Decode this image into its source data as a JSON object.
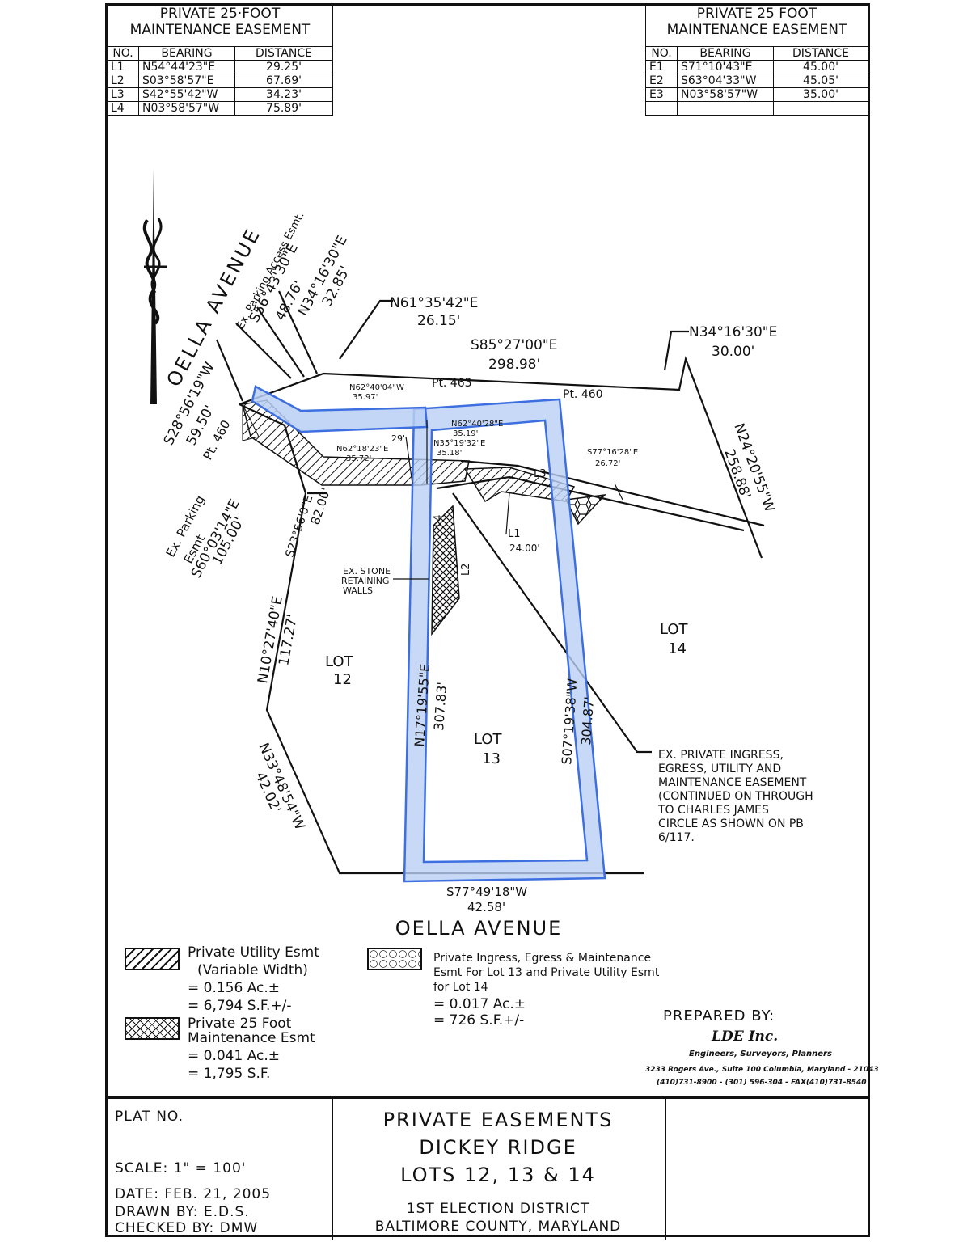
{
  "tables": {
    "left": {
      "title_line1": "PRIVATE 25·FOOT",
      "title_line2": "MAINTENANCE EASEMENT",
      "headers": [
        "NO.",
        "BEARING",
        "DISTANCE"
      ],
      "rows": [
        [
          "L1",
          "N54°44'23\"E",
          "29.25'"
        ],
        [
          "L2",
          "S03°58'57\"E",
          "67.69'"
        ],
        [
          "L3",
          "S42°55'42\"W",
          "34.23'"
        ],
        [
          "L4",
          "N03°58'57\"W",
          "75.89'"
        ]
      ]
    },
    "right": {
      "title_line1": "PRIVATE 25 FOOT",
      "title_line2": "MAINTENANCE EASEMENT",
      "headers": [
        "NO.",
        "BEARING",
        "DISTANCE"
      ],
      "rows": [
        [
          "E1",
          "S71°10'43\"E",
          "45.00'"
        ],
        [
          "E2",
          "S63°04'33\"W",
          "45.05'"
        ],
        [
          "E3",
          "N03°58'57\"W",
          "35.00'"
        ],
        [
          "",
          "",
          ""
        ]
      ]
    }
  },
  "map": {
    "street_top": "OELLA AVENUE",
    "street_bottom": "OELLA AVENUE",
    "labels": {
      "ex_parking_access": "Ex. Parking Access Esmt.",
      "b_s56": "S56°43'30\"E",
      "d_48": "48.76'",
      "b_n34a": "N34°16'30\"E",
      "d_32": "32.85'",
      "b_n61": "N61°35'42\"E",
      "d_26": "26.15'",
      "b_s85": "S85°27'00\"E",
      "d_298": "298.98'",
      "b_n34b": "N34°16'30\"E",
      "d_30": "30.00'",
      "b_s28": "S28°56'19\"W",
      "d_59": "59.50'",
      "pt460a": "Pt. 460",
      "pt463": "Pt. 463",
      "pt460b": "Pt. 460",
      "b_n62a": "N62°40'04\"W",
      "d_35_97": "35.97'",
      "b_n62b": "N62°40'28\"E",
      "d_35_19": "35.19'",
      "b_n35": "N35°19'32\"E",
      "d_35_18": "35.18'",
      "b_n62c": "N62°18'23\"E",
      "d_35_72": "35.72'",
      "d_29": "29'",
      "b_s77a": "S77°16'28\"E",
      "d_26_72": "26.72'",
      "b_n24": "N24°20'55\"W",
      "d_258": "258.88'",
      "l3": "L3",
      "l1": "L1",
      "d_24": "24.00'",
      "l2": "L2",
      "l4": "L4",
      "ex_parking": "Ex. Parking",
      "esmt": "Esmt",
      "b_s60": "S60°03'14\"E",
      "d_105": "105.00'",
      "b_s23": "S23°56'0\"E",
      "d_82": "82.00'",
      "b_n10": "N10°27'40\"E",
      "d_117": "117.27'",
      "walls1": "EX. STONE",
      "walls2": "RETAINING",
      "walls3": "WALLS",
      "lot12a": "LOT",
      "lot12b": "12",
      "lot13a": "LOT",
      "lot13b": "13",
      "lot14a": "LOT",
      "lot14b": "14",
      "b_n17": "N17°19'55\"E",
      "d_307": "307.83'",
      "b_s07": "S07°19'38\"W",
      "d_304": "304.87'",
      "b_n33": "N33°48'54\"W",
      "d_42_02": "42.02'",
      "b_s77b": "S77°49'18\"W",
      "d_42_58": "42.58'",
      "ingress": [
        "EX. PRIVATE INGRESS,",
        "EGRESS, UTILITY AND",
        "MAINTENANCE EASEMENT",
        "(CONTINUED ON THROUGH",
        "TO CHARLES JAMES",
        "CIRCLE AS SHOWN ON PB",
        "6/117."
      ]
    }
  },
  "legend": {
    "utility": [
      "Private Utility Esmt",
      "(Variable Width)",
      "= 0.156 Ac.±",
      "= 6,794 S.F.+/-"
    ],
    "maint": [
      "Private 25 Foot",
      "Maintenance Esmt",
      "= 0.041 Ac.±",
      "= 1,795 S.F."
    ],
    "ingress": [
      "Private Ingress, Egress & Maintenance",
      "Esmt For Lot 13 and Private Utility Esmt",
      "for Lot 14",
      "= 0.017 Ac.±",
      "= 726 S.F.+/-"
    ]
  },
  "prepared": {
    "label": "PREPARED BY:",
    "company": "LDE Inc.",
    "tagline": "Engineers, Surveyors, Planners",
    "address": "3233 Rogers Ave., Suite 100 Columbia, Maryland - 21043",
    "phone": "(410)731-8900 - (301) 596-304 - FAX(410)731-8540"
  },
  "title_block": {
    "plat": "PLAT NO.",
    "scale": "SCALE:  1\" = 100'",
    "date": "DATE:   FEB. 21, 2005",
    "drawn": "DRAWN BY:   E.D.S.",
    "checked": "CHECKED BY:  DMW",
    "title1": "PRIVATE EASEMENTS",
    "title2": "DICKEY RIDGE",
    "title3": "LOTS 12, 13 & 14",
    "district": "1ST ELECTION DISTRICT",
    "county": "BALTIMORE COUNTY, MARYLAND"
  },
  "colors": {
    "easement_fill": "#b9cff5",
    "easement_stroke": "#3d6fe0",
    "ink": "#111111"
  }
}
